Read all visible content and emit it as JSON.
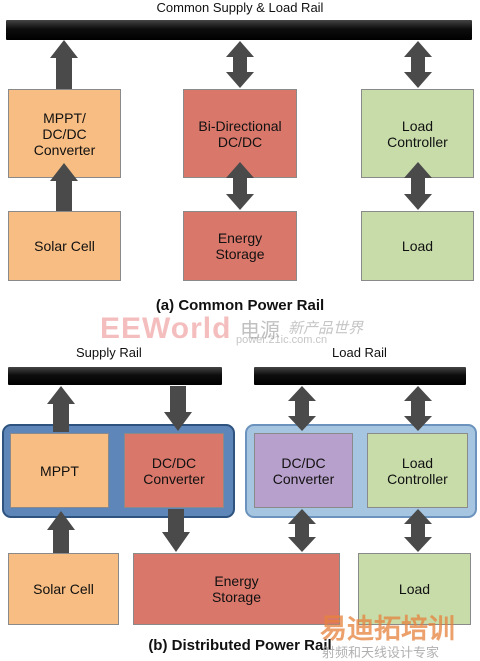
{
  "colors": {
    "rail": "#000000",
    "arrow": "#4a4a4a",
    "orange_block": "#f8bd82",
    "red_block": "#d9776a",
    "green_block": "#c8dcaa",
    "purple_block": "#b8a0cc",
    "supply_group": "#5f86b8",
    "load_group": "#a6c5e0"
  },
  "top": {
    "rail_label": "Common Supply & Load Rail",
    "mppt": "MPPT/\nDC/DC\nConverter",
    "bidirectional": "Bi-Directional\nDC/DC",
    "load_controller": "Load\nController",
    "solar_cell": "Solar Cell",
    "energy_storage": "Energy\nStorage",
    "load": "Load",
    "caption": "(a) Common Power Rail"
  },
  "bottom": {
    "supply_rail_label": "Supply Rail",
    "load_rail_label": "Load Rail",
    "mppt": "MPPT",
    "dcdc_supply": "DC/DC\nConverter",
    "dcdc_load": "DC/DC\nConverter",
    "load_controller": "Load\nController",
    "solar_cell": "Solar Cell",
    "energy_storage": "Energy\nStorage",
    "load": "Load",
    "caption": "(b) Distributed Power Rail"
  },
  "watermarks": {
    "middle_logo": "EEWorld",
    "middle_text": "电源",
    "middle_text2": "新产品世界",
    "middle_url": "power.21ic.com.cn",
    "bottom_logo": "易迪拓培训",
    "bottom_text": "射频和天线设计专家"
  }
}
